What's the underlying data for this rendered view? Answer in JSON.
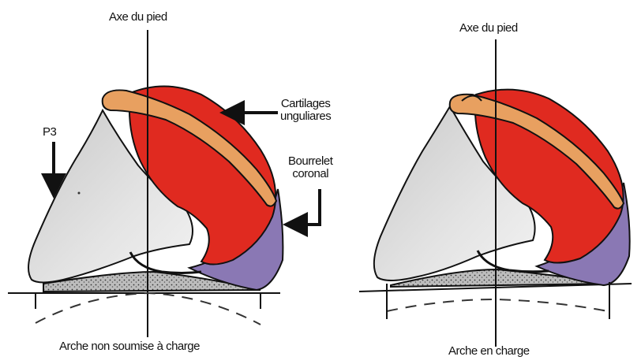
{
  "left_diagram": {
    "axis_label": "Axe du pied",
    "p3_label": "P3",
    "cartilage_label_line1": "Cartilages",
    "cartilage_label_line2": "unguliares",
    "coronary_label_line1": "Bourrelet",
    "coronary_label_line2": "coronal",
    "caption": "Arche non soumise à charge"
  },
  "right_diagram": {
    "axis_label": "Axe du pied",
    "caption": "Arche en charge"
  },
  "colors": {
    "cartilage_red": "#e02a20",
    "cartilage_band": "#e8a060",
    "coronary_purple": "#8a78b4",
    "bone_gray": "#d8d8d8",
    "outline": "#111111"
  }
}
